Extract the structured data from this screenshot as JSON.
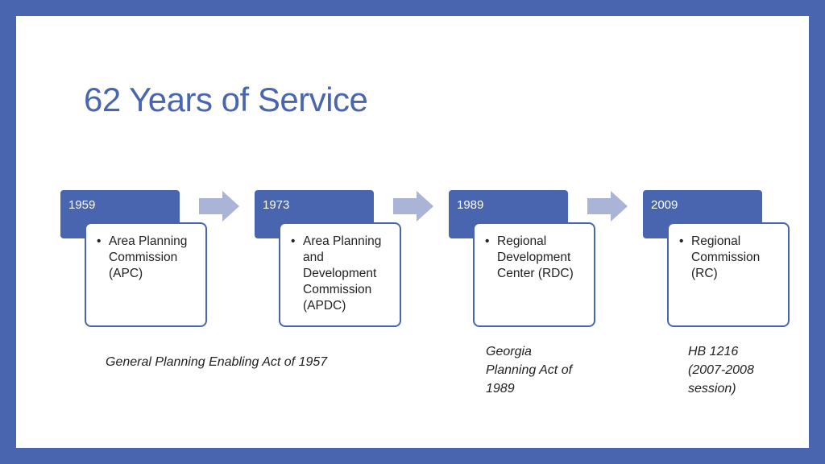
{
  "title": "62 Years of Service",
  "colors": {
    "border": "#4a65b0",
    "year_fill": "#4a65b0",
    "arrow_fill": "#a9b4d6"
  },
  "timeline": [
    {
      "year": "1959",
      "description": "Area Planning Commission (APC)"
    },
    {
      "year": "1973",
      "description": "Area Planning and Development Commission (APDC)"
    },
    {
      "year": "1989",
      "description": "Regional Development Center (RDC)"
    },
    {
      "year": "2009",
      "description": "Regional Commission (RC)"
    }
  ],
  "notes": {
    "act_1957": "General Planning Enabling Act of 1957",
    "act_1989": "Georgia Planning Act of 1989",
    "hb_1216": "HB 1216 (2007-2008 session)"
  }
}
